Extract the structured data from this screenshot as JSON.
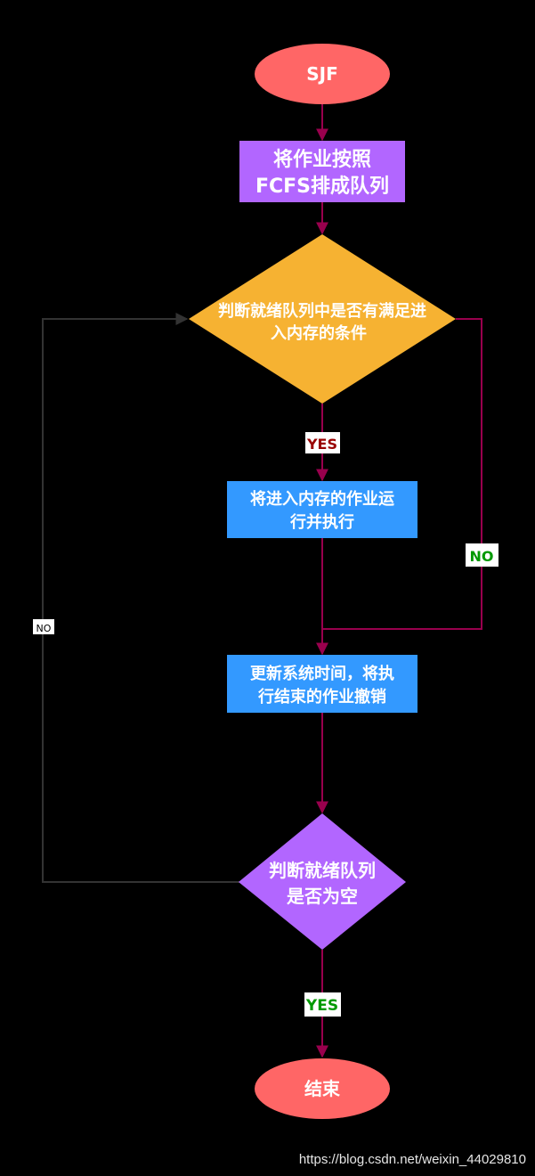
{
  "nodes": {
    "start": "SJF",
    "sort": [
      "将作业按照",
      "FCFS排成队列"
    ],
    "check_memory": [
      "判断就绪队列中是否有满足进",
      "入内存的条件"
    ],
    "run": [
      "将进入内存的作业运",
      "行并执行"
    ],
    "update": [
      "更新系统时间，将执",
      "行结束的作业撤销"
    ],
    "check_empty": [
      "判断就绪队列",
      "是否为空"
    ],
    "end": "结束"
  },
  "edges": {
    "yes_1": "YES",
    "no_1": "NO",
    "no_loop": "NO",
    "yes_2": "YES"
  },
  "watermark": "https://blog.csdn.net/weixin_44029810",
  "colors": {
    "terminal": "#ff6666",
    "purple": "#b266ff",
    "decision_orange": "#f6b232",
    "process_blue": "#3399ff",
    "arrow": "#99004d",
    "loop_line": "#333333",
    "yes_red": "#990000",
    "yes_green": "#009900"
  }
}
